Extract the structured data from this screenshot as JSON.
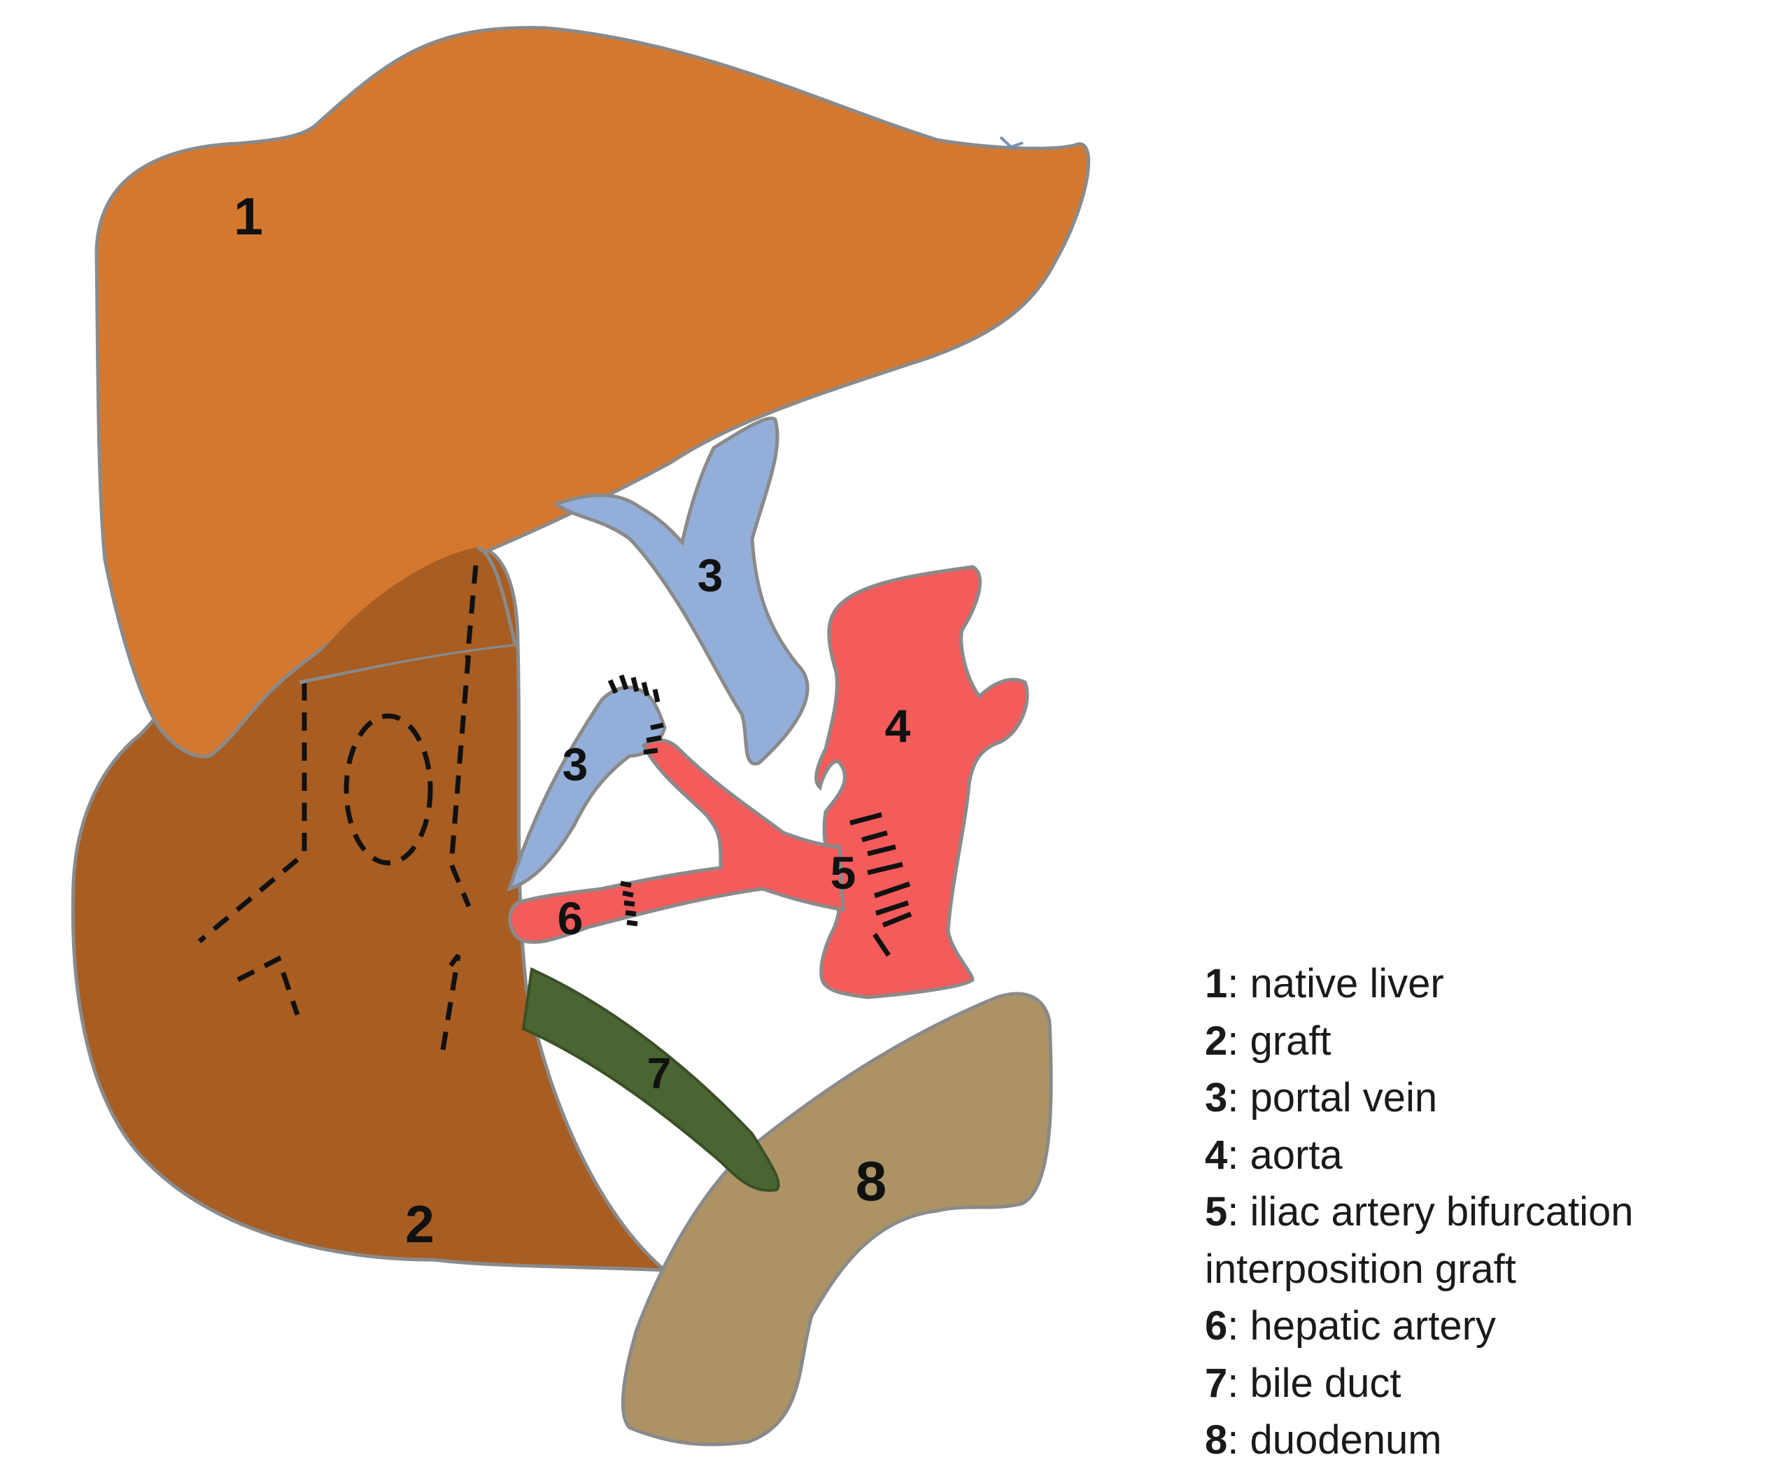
{
  "numbers": {
    "n1": "1",
    "n2": "2",
    "n3a": "3",
    "n3b": "3",
    "n4": "4",
    "n5": "5",
    "n6": "6",
    "n7": "7",
    "n8": "8"
  },
  "legend": {
    "items": [
      {
        "num": "1",
        "label": ": native liver"
      },
      {
        "num": "2",
        "label": ": graft"
      },
      {
        "num": "3",
        "label": ": portal vein"
      },
      {
        "num": "4",
        "label": ": aorta"
      },
      {
        "num": "5",
        "label": ": iliac artery bifurcation"
      },
      {
        "num": "",
        "label": "interposition graft"
      },
      {
        "num": "6",
        "label": ": hepatic artery"
      },
      {
        "num": "7",
        "label": ": bile duct"
      },
      {
        "num": "8",
        "label": ": duodenum"
      }
    ]
  },
  "colors": {
    "native_liver": "#D5782F",
    "graft": "#A85D22",
    "portal_vein": "#93AFD9",
    "arterial": "#F45B5B",
    "bile_duct": "#4A6432",
    "duodenum": "#AD9364",
    "outline": "#8A8A8A"
  }
}
